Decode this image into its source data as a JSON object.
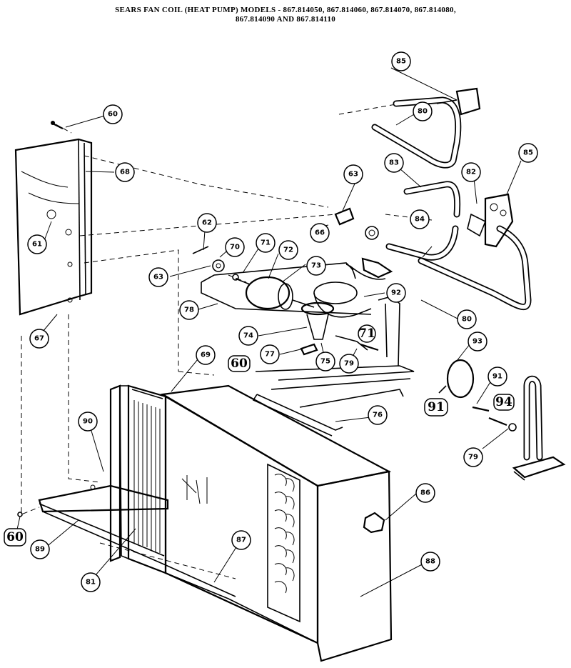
{
  "title": {
    "line1": "SEARS FAN COIL (HEAT PUMP) MODELS - 867.814050, 867.814060, 867.814070, 867.814080,",
    "line2": "867.814090 AND 867.814110"
  },
  "callouts": [
    "85",
    "80",
    "83",
    "63",
    "82",
    "85",
    "60",
    "68",
    "62",
    "70",
    "71",
    "72",
    "66",
    "84",
    "61",
    "63",
    "73",
    "92",
    "78",
    "80",
    "67",
    "74",
    "75",
    "79",
    "71",
    "93",
    "69",
    "77",
    "60",
    "91",
    "91",
    "76",
    "94",
    "79",
    "90",
    "86",
    "87",
    "89",
    "81",
    "88",
    "60"
  ],
  "handwritten": [
    "60",
    "71",
    "91",
    "94",
    "60"
  ]
}
